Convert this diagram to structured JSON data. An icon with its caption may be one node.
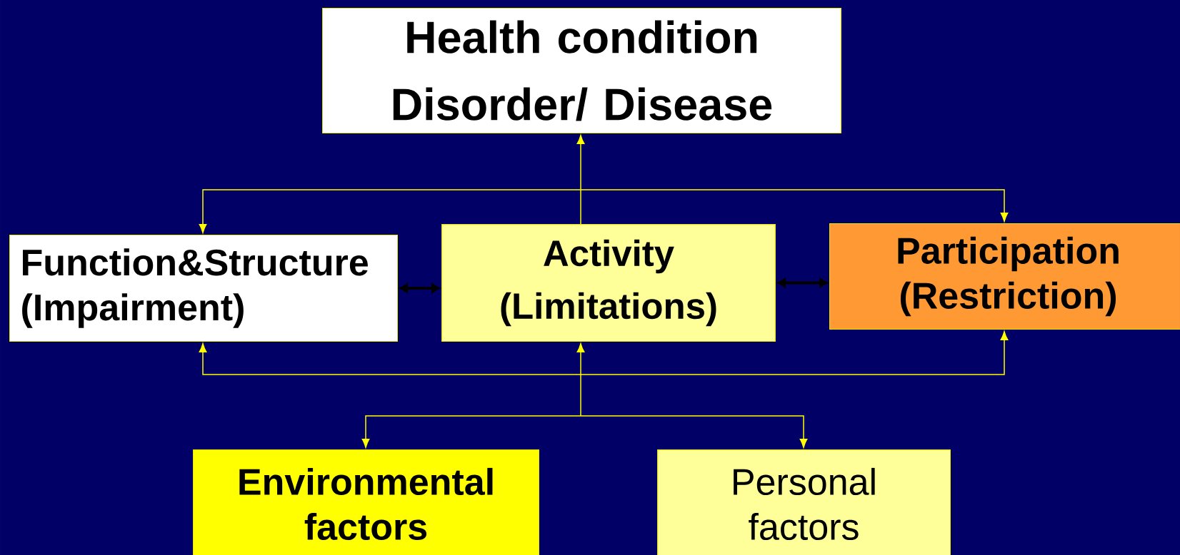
{
  "diagram": {
    "nodes": [
      {
        "text": [
          "Health condition",
          "Disorder/ Disease"
        ]
      },
      {
        "text": [
          "Function&Structure",
          "(Impairment)"
        ]
      },
      {
        "text": [
          "Activity",
          "(Limitations)"
        ]
      },
      {
        "text": [
          "Participation",
          "(Restriction)"
        ]
      },
      {
        "text": [
          "Environmental",
          "factors"
        ]
      },
      {
        "text": [
          "Personal",
          "factors"
        ]
      }
    ],
    "edges": [
      {
        "from": 2,
        "to": 0,
        "arrow": "to"
      },
      {
        "from": null,
        "to": 1,
        "arrow": "to"
      },
      {
        "from": null,
        "to": 3,
        "arrow": "to"
      },
      {
        "from": 1,
        "to": 2,
        "arrow": "both",
        "style": "thick",
        "color": "#000000"
      },
      {
        "from": 2,
        "to": 3,
        "arrow": "both",
        "style": "thick",
        "color": "#000000"
      },
      {
        "from": null,
        "to": 2,
        "arrow": "to"
      },
      {
        "from": null,
        "to": 4,
        "arrow": "to"
      },
      {
        "from": null,
        "to": 5,
        "arrow": "to"
      },
      {
        "from": null,
        "to": 1,
        "arrow": "to"
      },
      {
        "from": null,
        "to": 3,
        "arrow": "to"
      }
    ]
  }
}
